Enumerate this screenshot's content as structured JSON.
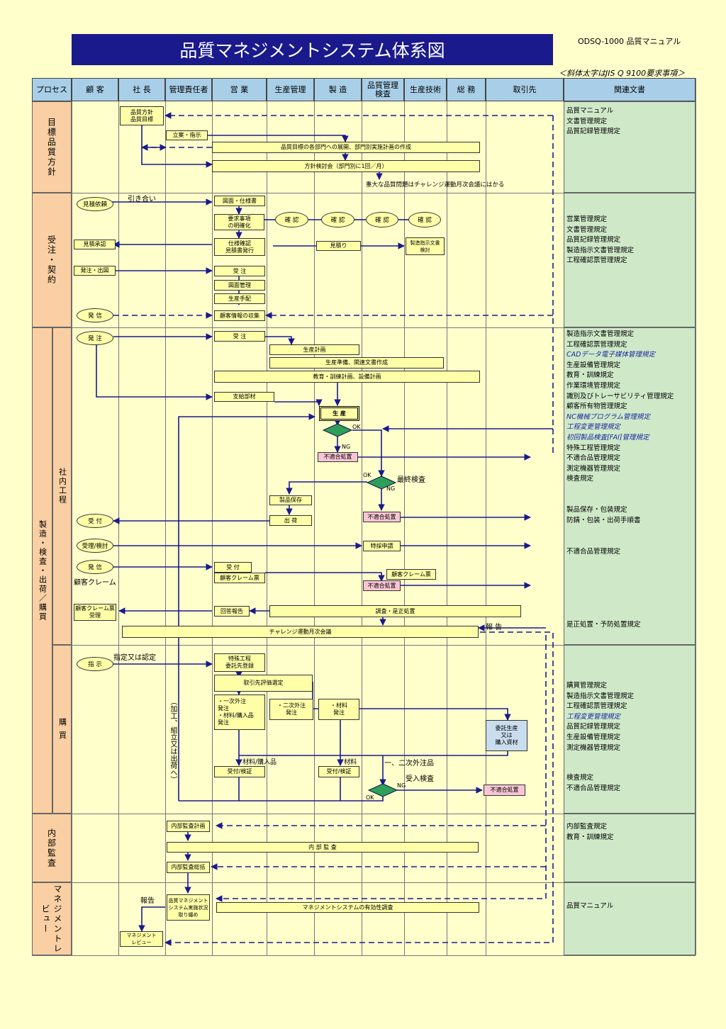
{
  "header": {
    "title": "品質マネジメントシステム体系図",
    "doc_id": "ODSQ-1000  品質マニュアル",
    "note": "＜斜体太字はJIS Q 9100要求事項＞"
  },
  "columns": [
    "プロセス",
    "顧 客",
    "社 長",
    "管理責任者",
    "営 業",
    "生産管理",
    "製 造",
    "品質管理\n検査",
    "生産技術",
    "総 務",
    "取引先",
    "関連文書"
  ],
  "processes": {
    "p1": "目標品質方針",
    "p2": "受注・契約",
    "p3": "製造・検査・出荷／購買",
    "p3a": "社内工程",
    "p3b": "購 買",
    "p4": "内部監査",
    "p5": "マネジメントレビュー"
  },
  "docs": {
    "d1": [
      "品質マニュアル",
      "文書管理規定",
      "品質記録管理規定"
    ],
    "d2": [
      "営業管理規定",
      "文書管理規定",
      "品質記録管理規定",
      "製造指示文書管理規定",
      "工程確認票管理規定"
    ],
    "d3": [
      {
        "t": "製造指示文書管理規定",
        "i": false
      },
      {
        "t": "工程確認票管理規定",
        "i": false
      },
      {
        "t": "CADデータ電子媒体管理規定",
        "i": true
      },
      {
        "t": "生産設備管理規定",
        "i": false
      },
      {
        "t": "教育・訓練規定",
        "i": false
      },
      {
        "t": "作業環境管理規定",
        "i": false
      },
      {
        "t": "識別及びトレーサビリティ管理規定",
        "i": false
      },
      {
        "t": "顧客所有物管理規定",
        "i": false
      },
      {
        "t": "NC機械プログラム管理規定",
        "i": true
      },
      {
        "t": "工程変更管理規定",
        "i": true
      },
      {
        "t": "初回製品検査[FAI]管理規定",
        "i": true
      },
      {
        "t": "特殊工程管理規定",
        "i": false
      },
      {
        "t": "不適合品管理規定",
        "i": false
      },
      {
        "t": "測定機器管理規定",
        "i": false
      },
      {
        "t": "検査規定",
        "i": false
      }
    ],
    "d3b": [
      "製品保存・包装規定",
      "防錆・包装・出荷手順書"
    ],
    "d3c": "不適合品管理規定",
    "d3d": "是正処置・予防処置規定",
    "d4": [
      {
        "t": "購買管理規定",
        "i": false
      },
      {
        "t": "製造指示文書管理規定",
        "i": false
      },
      {
        "t": "工程確認票管理規定",
        "i": false
      },
      {
        "t": "工程変更管理規定",
        "i": true
      },
      {
        "t": "品質記録管理規定",
        "i": false
      },
      {
        "t": "生産設備管理規定",
        "i": false
      },
      {
        "t": "測定機器管理規定",
        "i": false
      }
    ],
    "d4b": [
      "検査規定",
      "不適合品管理規定"
    ],
    "d5": [
      "内部監査規定",
      "教育・訓練規定"
    ],
    "d6": "品質マニュアル"
  },
  "boxes": {
    "policy": "品質方針\n品質目標",
    "plan_order": "立案・指示",
    "deploy": "品質目標の各部門への展開、部門別実施計画の作成",
    "review_meeting": "方針検討会（部門別に1回／月）",
    "major_issue": "重大な品質問題はチャレンジ運動月次会議にはかる",
    "quote_req": "見積依頼",
    "negotiation": "引き合い",
    "drawings": "図面・仕様書",
    "clarify": "要求事項\nの明確化",
    "confirm1": "確 認",
    "confirm2": "確 認",
    "confirm3": "確 認",
    "confirm4": "確 認",
    "spec_confirm": "仕様確認\n見積書発行",
    "estimate": "見積り",
    "mfg_doc_review": "製造指示文書\n検討",
    "quote_ok": "見積承認",
    "order_issue": "発注・出図",
    "receive_order": "受 注",
    "drawing_mgmt": "図面管理",
    "prod_arrange": "生産手配",
    "send": "発 信",
    "collect_info": "顧客情報の収集",
    "order": "発 注",
    "receive_order2": "受 注",
    "prod_plan": "生産計画",
    "prod_prep": "生産準備、関連文書作成",
    "training_plan": "教育・訓練計画、設備計画",
    "supplied_mat": "支給部材",
    "production": "生 産",
    "ok1": "OK",
    "ng1": "NG",
    "nonconf1": "不適合処置",
    "final_insp": "最終検査",
    "ok2": "OK",
    "ng2": "NG",
    "storage": "製品保存",
    "shipping": "出 荷",
    "nonconf2": "不適合処置",
    "accept": "受 付",
    "accept_review": "受理/検討",
    "special_req": "特採申請",
    "send2": "発 信",
    "claim": "顧客クレーム",
    "receive2": "受 付",
    "claim_slip": "顧客クレーム票",
    "claim_slip2": "顧客クレーム票",
    "nonconf3": "不適合処置",
    "claim_accept": "顧客クレーム票\n受理",
    "reply": "回答報告",
    "investigate": "調査・是正処置",
    "challenge": "チャレンジ運動月次会議",
    "report": "報 告",
    "instruct": "指 示",
    "designate": "指定又は認定",
    "special_proc": "特殊工程\n委託先登録",
    "supplier_eval": "取引先評価選定",
    "primary_out": "・一次外注\n発注\n・材料/購入品\n発注",
    "secondary_out": "・二次外注\n発注",
    "material_order": "・材料\n発注",
    "consign": "委託生産\n又は\n購入資材",
    "side_note": "（加工、組立又は出荷へ）",
    "mat_purchased": "材料/購入品",
    "material": "材料",
    "outsource_lbl": "一、二次外注品",
    "receive_insp_lbl": "受入検査",
    "receive_check1": "受付/検証",
    "receive_check2": "受付/検証",
    "ng3": "NG",
    "ok3": "OK",
    "nonconf4": "不適合処置",
    "audit_plan": "内部監査計画",
    "audit": "内 部 監 査",
    "audit_summary": "内部監査総括",
    "report2": "報告",
    "mgmt_status": "品質マネジメント\nシステム実施状況\n取り纏め",
    "effect_survey": "マネジメントシステムの有効性調査",
    "mgmt_review": "マネジメント\nレビュー"
  }
}
